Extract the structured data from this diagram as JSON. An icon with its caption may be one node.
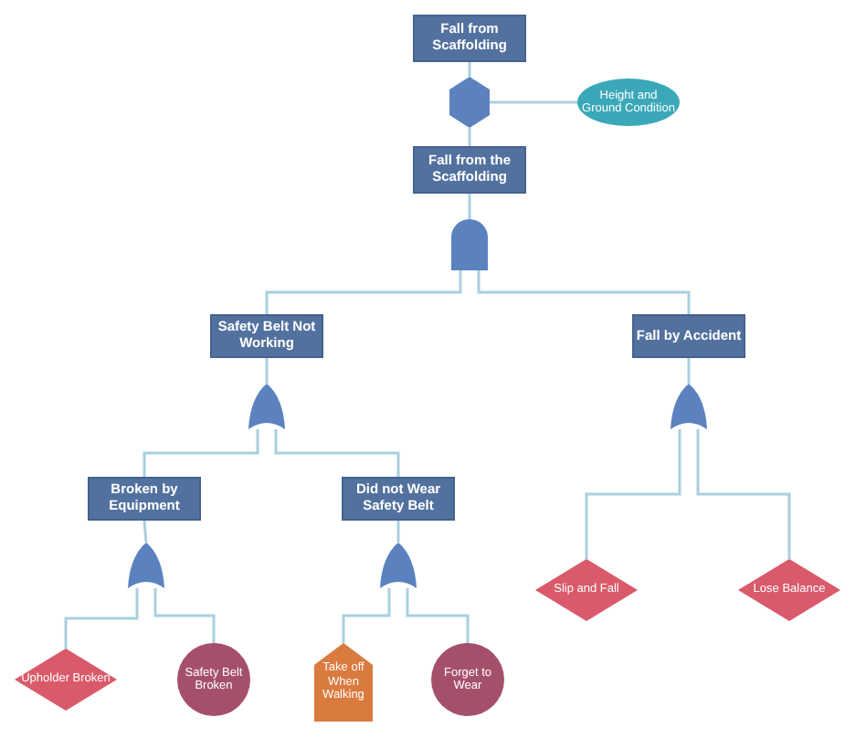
{
  "diagram": {
    "nodes": [
      {
        "text": [
          "Fall from Scaffolding"
        ]
      },
      {
        "text": [],
        "shape": "hexagon"
      },
      {
        "text": [
          "Height and Ground Condition"
        ]
      },
      {
        "text": [
          "Fall from the Scaffolding"
        ]
      },
      {
        "text": [],
        "shape": "and-gate"
      },
      {
        "text": [
          "Safety Belt Not Working"
        ]
      },
      {
        "text": [
          "Fall by Accident"
        ]
      },
      {
        "text": [],
        "shape": "or-gate"
      },
      {
        "text": [],
        "shape": "or-gate"
      },
      {
        "text": [
          "Broken by Equipment"
        ]
      },
      {
        "text": [
          "Did not Wear Safety Belt"
        ]
      },
      {
        "text": [],
        "shape": "or-gate"
      },
      {
        "text": [],
        "shape": "or-gate"
      },
      {
        "text": [
          "Slip and Fall"
        ]
      },
      {
        "text": [
          "Lose Balance"
        ]
      },
      {
        "text": [
          "Upholder Broken"
        ]
      },
      {
        "text": [
          "Safety Belt Broken"
        ]
      },
      {
        "text": [
          "Take off When Walking"
        ]
      },
      {
        "text": [
          "Forget to Wear"
        ]
      }
    ],
    "edges": [
      {
        "from": 0,
        "to": 1,
        "arrow": "none"
      },
      {
        "from": 1,
        "to": 2,
        "arrow": "none"
      },
      {
        "from": 1,
        "to": 3,
        "arrow": "none"
      },
      {
        "from": 3,
        "to": 4,
        "arrow": "none"
      },
      {
        "from": 4,
        "to": 5,
        "arrow": "none"
      },
      {
        "from": 4,
        "to": 6,
        "arrow": "none"
      },
      {
        "from": 5,
        "to": 7,
        "arrow": "none"
      },
      {
        "from": 6,
        "to": 8,
        "arrow": "none"
      },
      {
        "from": 7,
        "to": 9,
        "arrow": "none"
      },
      {
        "from": 7,
        "to": 10,
        "arrow": "none"
      },
      {
        "from": 8,
        "to": 13,
        "arrow": "none"
      },
      {
        "from": 8,
        "to": 14,
        "arrow": "none"
      },
      {
        "from": 9,
        "to": 11,
        "arrow": "none"
      },
      {
        "from": 10,
        "to": 12,
        "arrow": "none"
      },
      {
        "from": 11,
        "to": 15,
        "arrow": "none"
      },
      {
        "from": 11,
        "to": 16,
        "arrow": "none"
      },
      {
        "from": 12,
        "to": 17,
        "arrow": "none"
      },
      {
        "from": 12,
        "to": 18,
        "arrow": "none"
      }
    ]
  }
}
